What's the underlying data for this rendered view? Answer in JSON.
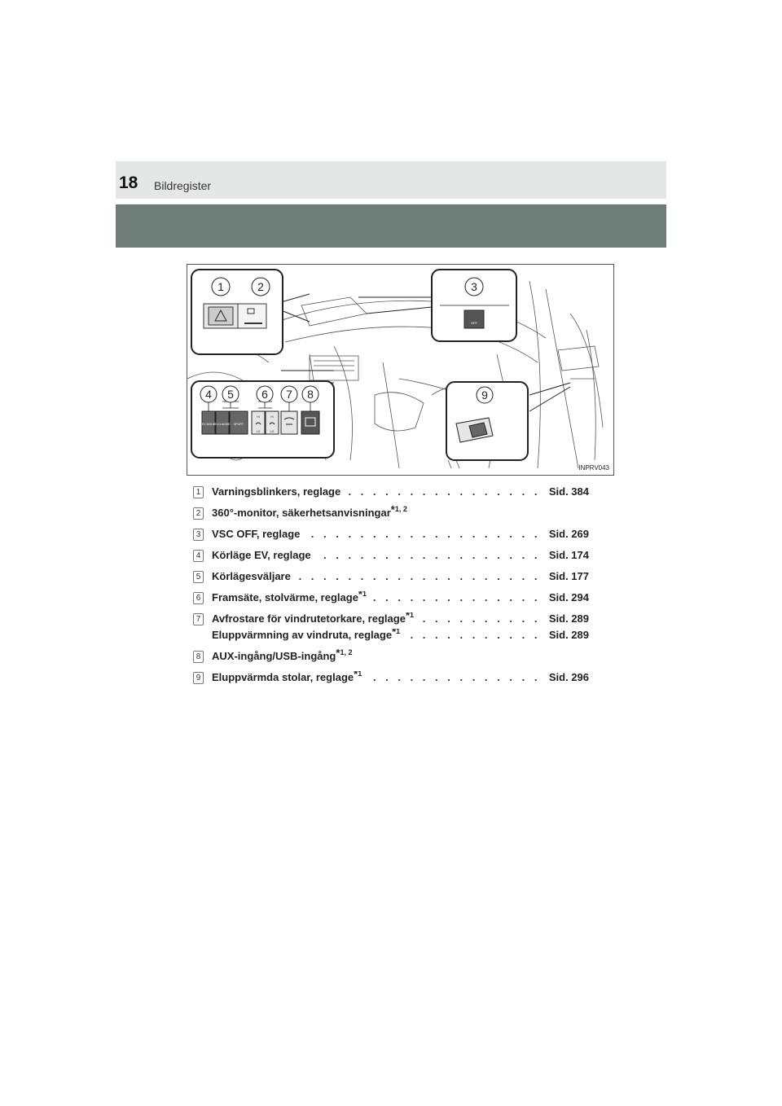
{
  "header": {
    "page_number": "18",
    "section_title": "Bildregister"
  },
  "figure": {
    "code": "INPRV043",
    "callouts": [
      "1",
      "2",
      "3",
      "4",
      "5",
      "6",
      "7",
      "8",
      "9"
    ],
    "button_labels": {
      "ev_mode": "EV MODE",
      "eco_mode": "ECO MODE",
      "sport": "SPORT",
      "vsc_off": "OFF",
      "hi": "HI",
      "lo": "LO"
    }
  },
  "items": [
    {
      "num": "1",
      "label": "Varningsblinkers, reglage",
      "sup": "",
      "page": "Sid. 384"
    },
    {
      "num": "2",
      "label": "360°-monitor, säkerhetsanvisningar",
      "sup": "1, 2",
      "page": ""
    },
    {
      "num": "3",
      "label": "VSC OFF, reglage",
      "sup": "",
      "page": "Sid. 269"
    },
    {
      "num": "4",
      "label": "Körläge EV, reglage",
      "sup": "",
      "page": "Sid. 174"
    },
    {
      "num": "5",
      "label": "Körlägesväljare",
      "sup": "",
      "page": "Sid. 177"
    },
    {
      "num": "6",
      "label": "Framsäte, stolvärme, reglage",
      "sup": "1",
      "page": "Sid. 294"
    },
    {
      "num": "7",
      "label": "Avfrostare för vindrutetorkare, reglage",
      "sup": "1",
      "page": "Sid. 289"
    },
    {
      "num": "",
      "label": "Eluppvärmning av vindruta, reglage",
      "sup": "1",
      "page": "Sid. 289"
    },
    {
      "num": "8",
      "label": "AUX-ingång/USB-ingång",
      "sup": "1, 2",
      "page": ""
    },
    {
      "num": "9",
      "label": "Eluppvärmda stolar, reglage",
      "sup": "1",
      "page": "Sid. 296"
    }
  ],
  "colors": {
    "header_bg": "#e4e7e6",
    "banner_bg": "#6f7d79"
  }
}
